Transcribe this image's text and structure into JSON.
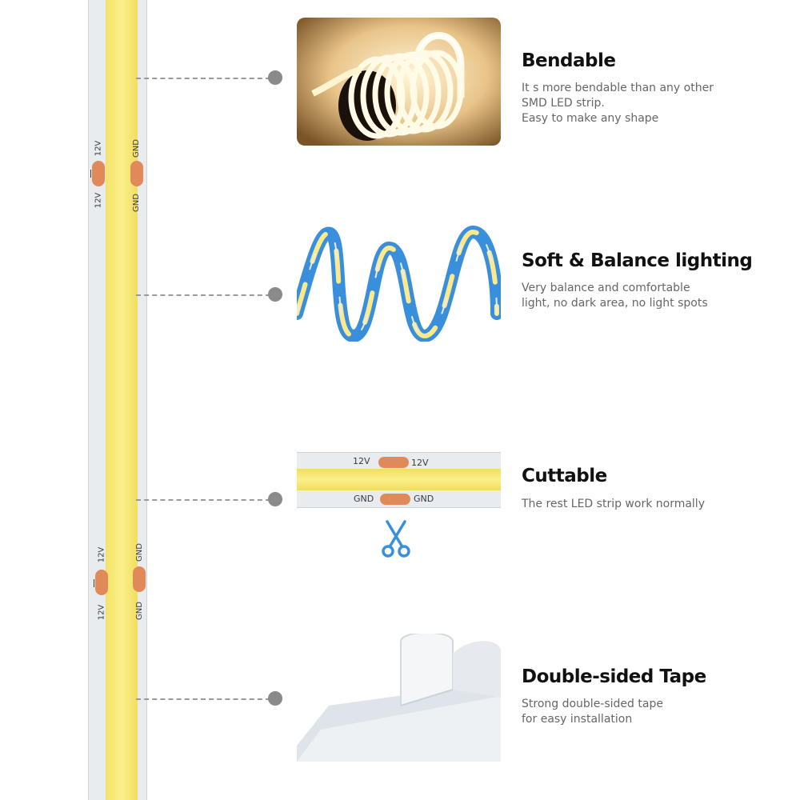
{
  "strip": {
    "labels": {
      "v12": "12V",
      "gnd": "GND"
    }
  },
  "features": [
    {
      "title": "Bendable",
      "lines": [
        "It s more bendable than any other",
        "SMD LED strip.",
        "Easy to make any shape"
      ]
    },
    {
      "title": "Soft & Balance lighting",
      "lines": [
        "Very balance and comfortable",
        "light, no dark area, no light spots"
      ]
    },
    {
      "title": "Cuttable",
      "lines": [
        "The rest LED strip work normally"
      ]
    },
    {
      "title": "Double-sided Tape",
      "lines": [
        "Strong double-sided tape",
        "for easy installation"
      ]
    }
  ],
  "icons": {
    "scissors": "scissors-icon"
  },
  "colors": {
    "strip_yellow": "#fbef8a",
    "pad_copper": "#e08a5a",
    "accent_blue": "#3a8fdc",
    "dot_gray": "#8a8a8a"
  }
}
